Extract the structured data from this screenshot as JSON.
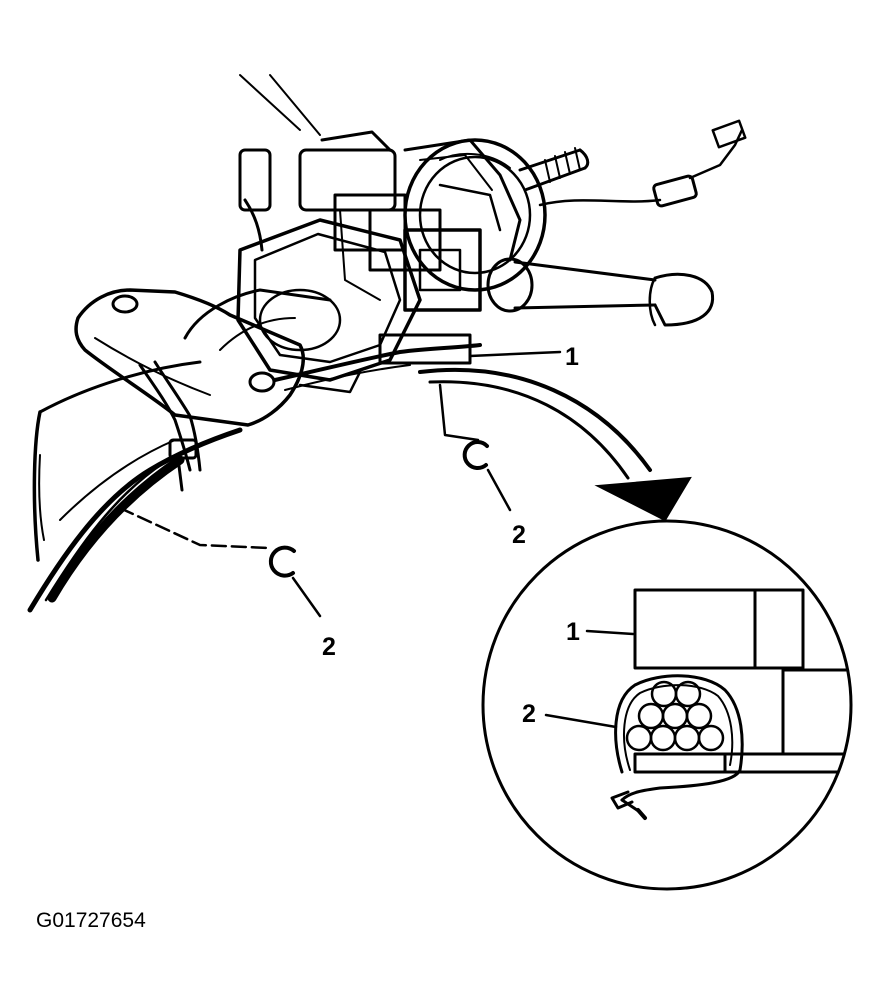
{
  "callouts": {
    "main_1": "1",
    "main_2_upper": "2",
    "main_2_lower": "2",
    "detail_1": "1",
    "detail_2": "2"
  },
  "figure_id": "G01727654",
  "colors": {
    "ink": "#000000",
    "paper": "#ffffff"
  }
}
